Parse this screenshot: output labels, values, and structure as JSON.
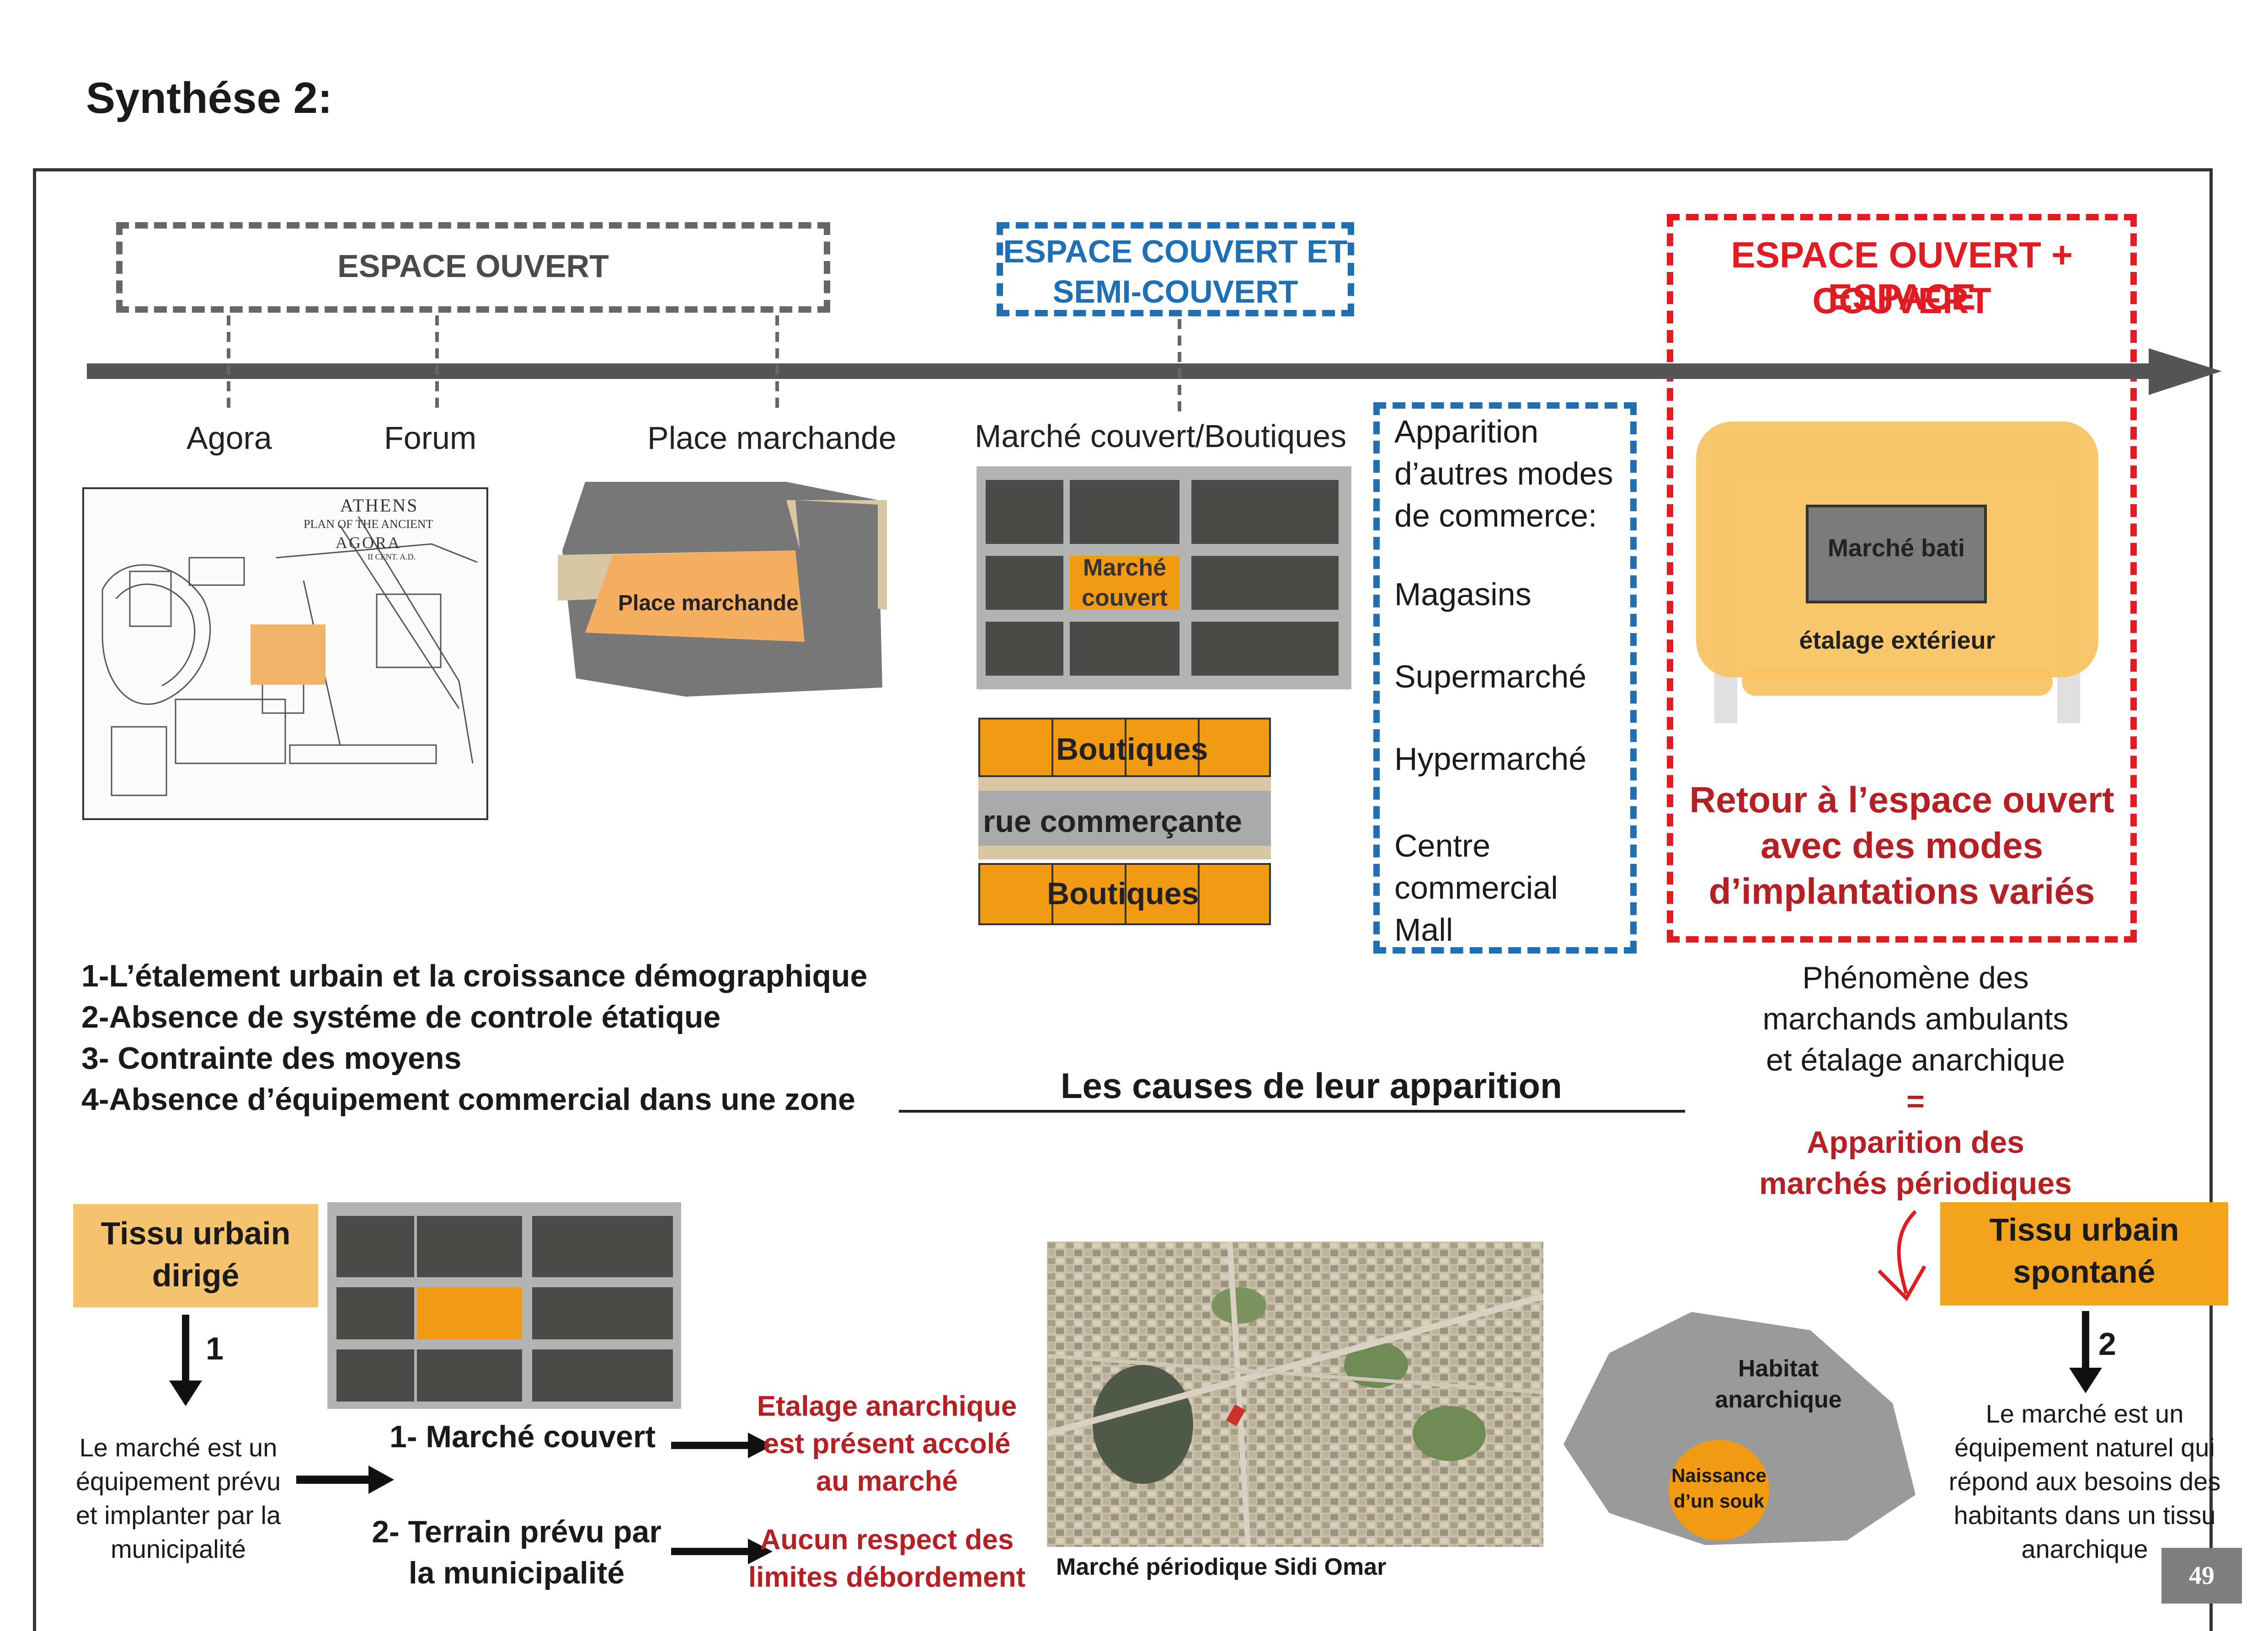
{
  "title": "Synthése 2:",
  "top_boxes": {
    "open": "ESPACE OUVERT",
    "covered_line1": "ESPACE COUVERT ET",
    "covered_line2": "SEMI-COUVERT",
    "open_plus_line1": "ESPACE OUVERT + ESPACE",
    "open_plus_line2": "COUVERT"
  },
  "timeline_labels": {
    "agora": "Agora",
    "forum": "Forum",
    "place": "Place marchande",
    "covered_market": "Marché couvert/Boutiques"
  },
  "athens_map": {
    "line1": "ATHENS",
    "line2": "PLAN OF THE ANCIENT",
    "line3": "AGORA",
    "line4": "II CENT. A.D."
  },
  "place_marchande_label": "Place marchande",
  "marche_couvert_label_1": "Marché",
  "marche_couvert_label_2": "couvert",
  "boutiques_top": "Boutiques",
  "rue_commercante": "rue commerçante",
  "boutiques_bottom": "Boutiques",
  "other_modes": {
    "line1": "Apparition",
    "line2": "d’autres modes",
    "line3": "de commerce:",
    "magasins": "Magasins",
    "supermarche": "Supermarché",
    "hypermarche": "Hypermarché",
    "centre1": "Centre",
    "centre2": "commercial",
    "mall": "Mall"
  },
  "marche_bati": "Marché bati",
  "etalage_exterieur": "étalage extérieur",
  "retour": {
    "line1": "Retour à l’espace ouvert",
    "line2": "avec des modes",
    "line3": "d’implantations variés"
  },
  "causes": {
    "c1": "1-L’étalement urbain et la croissance démographique",
    "c2": "2-Absence de systéme de controle étatique",
    "c3": "3- Contrainte des moyens",
    "c4": "4-Absence d’équipement commercial dans une zone",
    "heading": "Les causes de leur apparition"
  },
  "phenomene": {
    "line1": "Phénomène des",
    "line2": "marchands ambulants",
    "line3": "et étalage anarchique",
    "equals": "=",
    "line4": "Apparition des",
    "line5": "marchés périodiques"
  },
  "tissu_dirige": {
    "line1": "Tissu urbain",
    "line2": "dirigé"
  },
  "tissu_spontane": {
    "line1": "Tissu urbain",
    "line2": "spontané"
  },
  "arrow_num_1": "1",
  "arrow_num_2": "2",
  "left_desc": {
    "line1": "Le marché est un",
    "line2": "équipement prévu",
    "line3": "et implanter par la",
    "line4": "municipalité"
  },
  "options": {
    "opt1": "1- Marché couvert",
    "opt2_line1": "2- Terrain prévu par",
    "opt2_line2": "la municipalité"
  },
  "consequences": {
    "c1_line1": "Etalage anarchique",
    "c1_line2": "est présent accolé",
    "c1_line3": "au marché",
    "c2_line1": "Aucun respect des",
    "c2_line2": "limites débordement"
  },
  "aerial_caption": "Marché périodique Sidi Omar",
  "habitat": {
    "line1": "Habitat",
    "line2": "anarchique",
    "souk1": "Naissance",
    "souk2": "d’un souk"
  },
  "right_desc": {
    "line1": "Le marché est un",
    "line2": "équipement naturel qui",
    "line3": "répond aux besoins des",
    "line4": "habitants dans un tissu",
    "line5": "anarchique"
  },
  "page_number": "49",
  "colors": {
    "grey_box": "#666666",
    "blue_box": "#1f6fb5",
    "red_box": "#e11b22",
    "orange": "#f29a12",
    "light_orange": "#f5c36d",
    "dark_block": "#4a4a49",
    "red_text": "#b52025"
  }
}
